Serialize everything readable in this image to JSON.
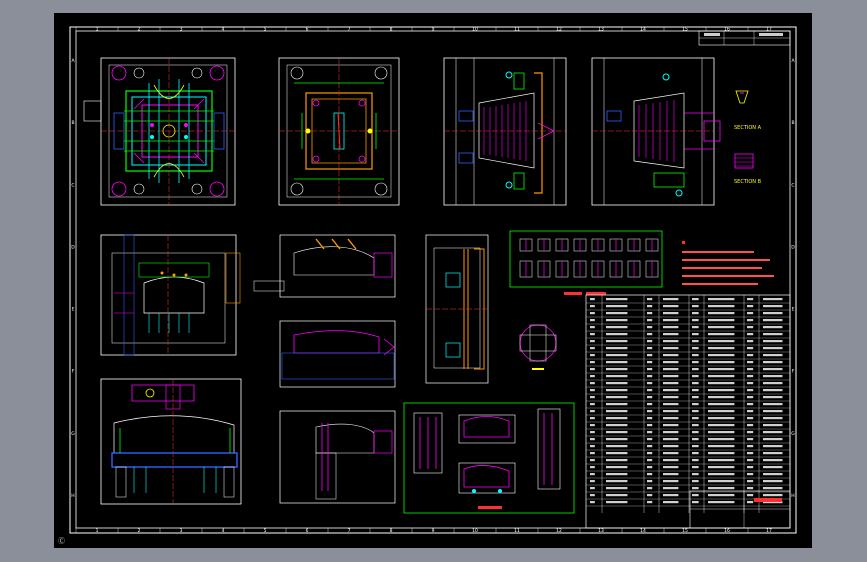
{
  "drawing": {
    "corner_label": "Ⓒ",
    "column_ticks": [
      "1",
      "2",
      "3",
      "4",
      "5",
      "6",
      "7",
      "8",
      "9",
      "10",
      "11",
      "12",
      "13",
      "14",
      "15",
      "16",
      "17"
    ],
    "row_ticks": [
      "A",
      "B",
      "C",
      "D",
      "E",
      "F",
      "G",
      "H"
    ],
    "section_a_label": "SECTION A",
    "section_b_label": "SECTION B",
    "colors": {
      "frame": "#ffffff",
      "outline": "#ffffff",
      "green": "#00ff00",
      "cyan": "#00ffff",
      "magenta": "#ff00ff",
      "yellow": "#ffff00",
      "red": "#ff3030",
      "blue": "#3060ff",
      "orange": "#ff9a00"
    }
  }
}
